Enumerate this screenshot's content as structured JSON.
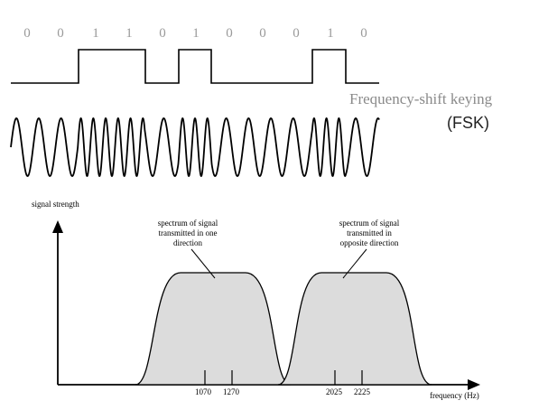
{
  "fsk": {
    "bits": [
      "0",
      "0",
      "1",
      "1",
      "0",
      "1",
      "0",
      "0",
      "0",
      "1",
      "0"
    ],
    "title": "Frequency-shift keying",
    "abbrev": "(FSK)"
  },
  "spectrum": {
    "ylabel": "signal strength",
    "xlabel": "frequency (Hz)",
    "band1": {
      "label": [
        "spectrum of signal",
        "transmitted in one",
        "direction"
      ],
      "ticks": [
        "1070",
        "1270"
      ]
    },
    "band2": {
      "label": [
        "spectrum of signal",
        "transmitted in",
        "opposite direction"
      ],
      "ticks": [
        "2025",
        "2225"
      ]
    }
  },
  "colors": {
    "fill": "#dcdcdc",
    "ink": "#000000",
    "bits": "#9a9a9a",
    "title": "#8a8a8a"
  }
}
